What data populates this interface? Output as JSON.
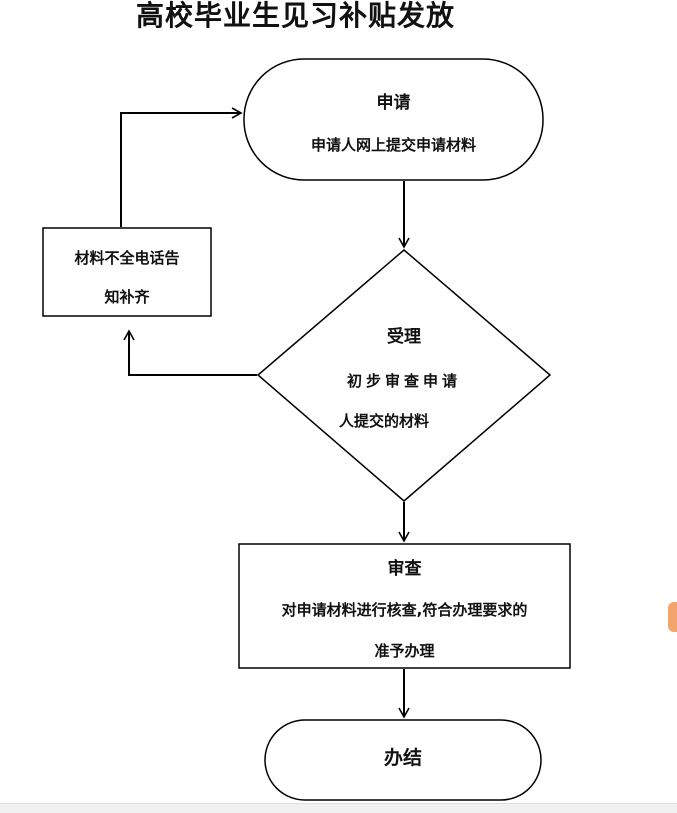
{
  "title": "高校毕业生见习补贴发放",
  "nodes": {
    "apply": {
      "heading": "申请",
      "body": "申请人网上提交申请材料"
    },
    "notify": {
      "line1": "材料不全电话告",
      "line2": "知补齐"
    },
    "accept": {
      "heading": "受理",
      "line1": "初步审查申请",
      "line2": "人提交的材料"
    },
    "review": {
      "heading": "审查",
      "line1": "对申请材料进行核查,符合办理要求的",
      "line2": "准予办理"
    },
    "complete": {
      "heading": "办结"
    }
  },
  "colors": {
    "stroke": "#000000",
    "text": "#111111",
    "background": "#ffffff",
    "side_mark": "#f3a46c"
  }
}
